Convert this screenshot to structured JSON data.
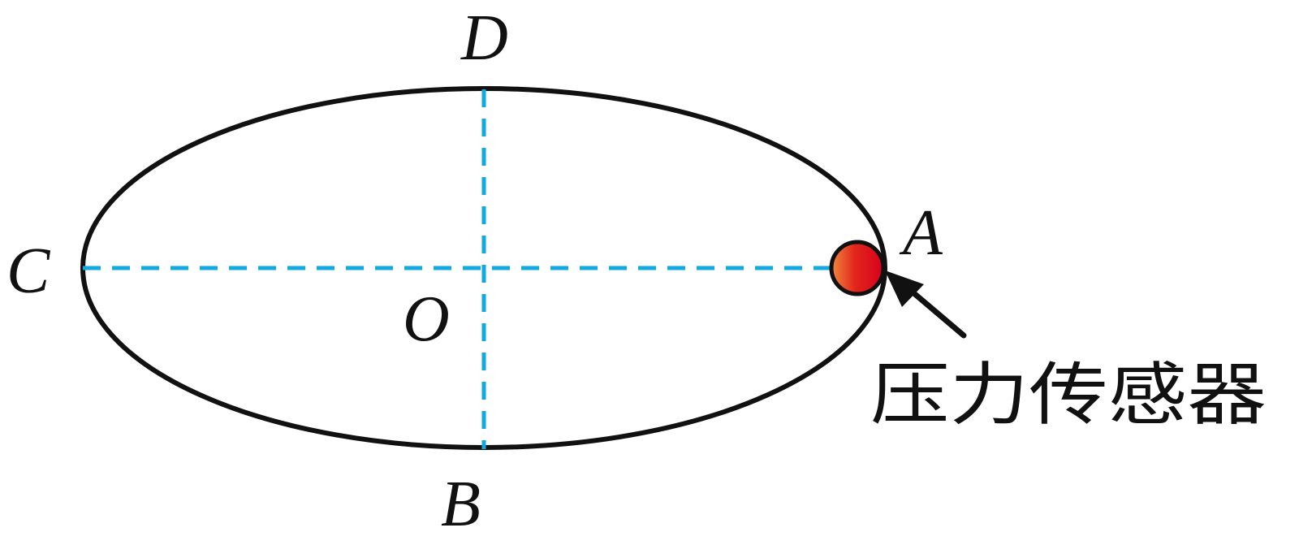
{
  "points": {
    "A": "A",
    "B": "B",
    "C": "C",
    "D": "D",
    "O": "O"
  },
  "sensor": {
    "label": "压力传感器"
  },
  "colors": {
    "track": "#111111",
    "axis": "#12a9e1",
    "ball_light": "#f08a3c",
    "ball_dark": "#d6001c"
  }
}
